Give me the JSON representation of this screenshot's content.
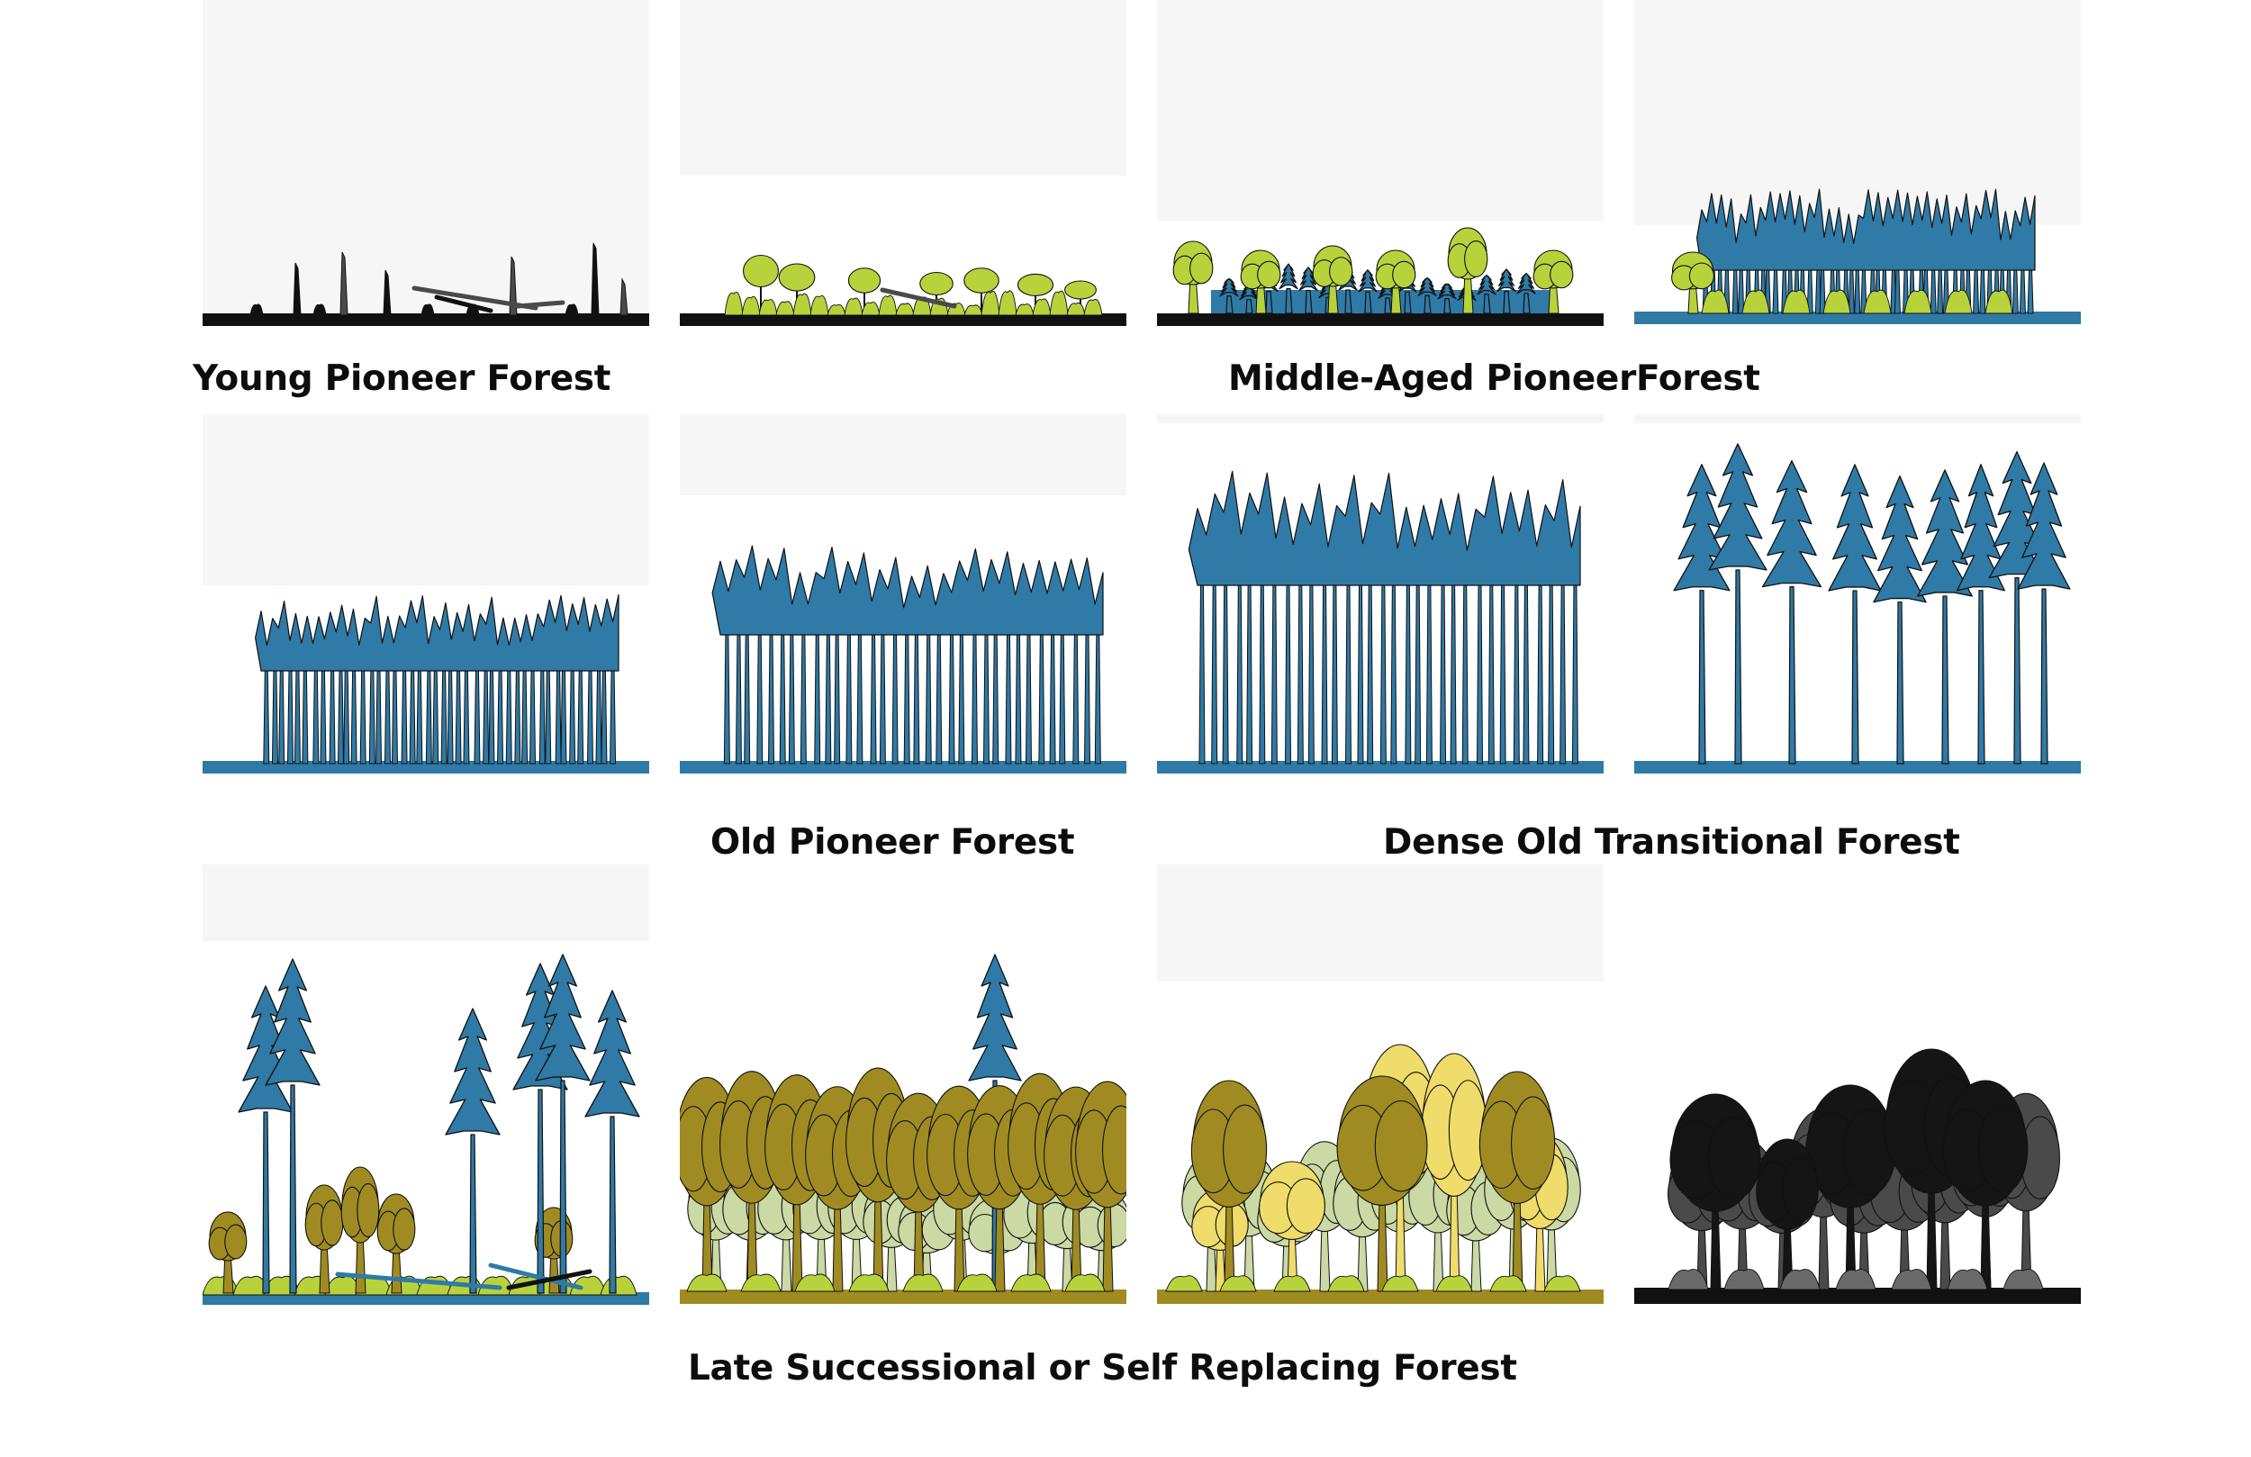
{
  "captions": {
    "young": "Young Pioneer Forest",
    "middle": "Middle-Aged PioneerForest",
    "old": "Old Pioneer Forest",
    "dense_old_transitional": "Dense Old Transitional Forest",
    "late_successional": "Late Successional or Self Replacing Forest"
  },
  "colors": {
    "conifer_blue": "#2f7aa6",
    "lime_green": "#b8d23c",
    "olive": "#a08b22",
    "pale_green": "#cbd9a4",
    "pale_yellow": "#f0dc6a",
    "ink": "#111111",
    "charcoal": "#4a4a4a",
    "haze": "#f6f6f6"
  },
  "stages": [
    {
      "name": "young-pioneer",
      "ground": "ink",
      "elements": [
        "snags",
        "fallen-logs"
      ]
    },
    {
      "name": "sapling-regrowth",
      "ground": "ink",
      "elements": [
        "lime-shrubs",
        "fallen-logs"
      ]
    },
    {
      "name": "middle-pioneer-early",
      "ground": "ink",
      "elements": [
        "lime-trees",
        "blue-conifers"
      ]
    },
    {
      "name": "middle-pioneer-late",
      "ground": "conifer_blue",
      "elements": [
        "dense-conifer-stand"
      ]
    },
    {
      "name": "old-pioneer-a",
      "ground": "conifer_blue",
      "elements": [
        "dense-conifer-stand"
      ]
    },
    {
      "name": "old-pioneer-b",
      "ground": "conifer_blue",
      "elements": [
        "conifer-stand"
      ]
    },
    {
      "name": "dense-old-transitional-a",
      "ground": "conifer_blue",
      "elements": [
        "tall-conifer-stand"
      ]
    },
    {
      "name": "dense-old-transitional-b",
      "ground": "conifer_blue",
      "elements": [
        "sparse-tall-conifers"
      ]
    },
    {
      "name": "late-successional-a",
      "ground": "conifer_blue",
      "elements": [
        "tall-conifers",
        "olive-understory",
        "fallen-logs"
      ]
    },
    {
      "name": "late-successional-b",
      "ground": "olive",
      "elements": [
        "olive-canopy",
        "emergent-conifer"
      ]
    },
    {
      "name": "late-successional-c",
      "ground": "olive",
      "elements": [
        "mixed-broadleaf-canopy"
      ]
    },
    {
      "name": "late-successional-d",
      "ground": "ink",
      "elements": [
        "black-broadleaf-canopy"
      ]
    }
  ]
}
